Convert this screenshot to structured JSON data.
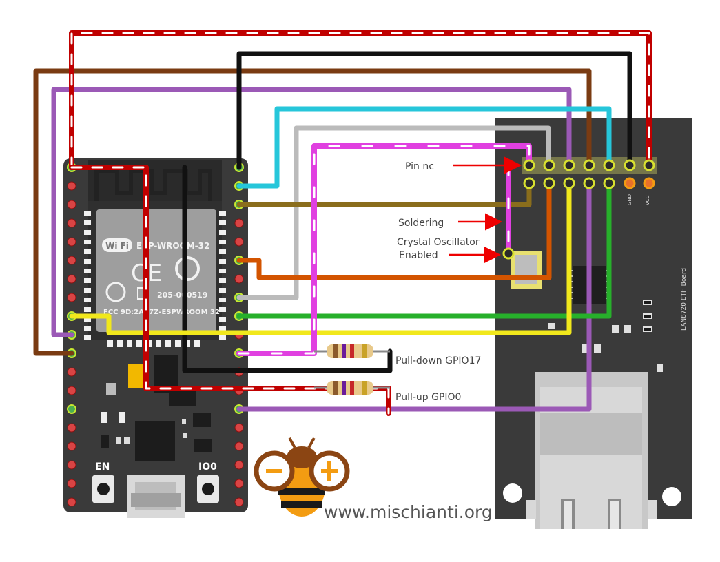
{
  "esp32": {
    "module_title": "ESP-WROOM-32",
    "wifi_label": "Wi Fi",
    "ce_mark": "CE",
    "cert_id": "205-000519",
    "fcc_id": "FCC 9D:2AC7Z-ESPWROOM 32",
    "btn_en": "EN",
    "btn_io0": "IO0"
  },
  "eth_board": {
    "name": "LAN8720 ETH Board",
    "pin_gnd": "GND",
    "pin_vcc": "VCC"
  },
  "annotations": {
    "pin_nc": "Pin nc",
    "soldering": "Soldering",
    "crystal_line1": "Crystal Oscillator",
    "crystal_line2": "Enabled",
    "pulldown": "Pull-down GPIO17",
    "pullup": "Pull-up GPIO0"
  },
  "watermark": "www.mischianti.org",
  "colors": {
    "vcc_red": "#c00000",
    "gnd_black": "#111111",
    "brown": "#7a3b12",
    "purple": "#9b59b6",
    "cyan": "#26c6da",
    "gray": "#bbbbbb",
    "magenta": "#e040e0",
    "olive": "#8a6d1c",
    "orange": "#d35400",
    "green": "#27b02b",
    "yellow": "#f1e81c",
    "board": "#3a3a3a",
    "arrow": "#ee0000"
  }
}
